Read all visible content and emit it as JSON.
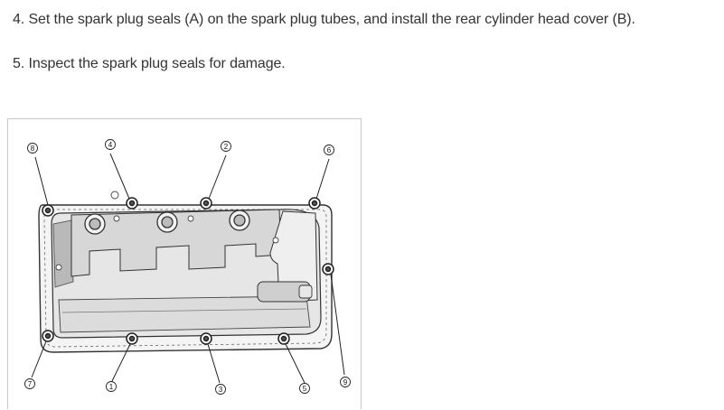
{
  "steps": [
    {
      "text": "4. Set the spark plug seals (A) on the spark plug tubes, and install the rear cylinder head cover (B)."
    },
    {
      "text": "5. Inspect the spark plug seals for damage."
    }
  ],
  "figure": {
    "callouts": [
      "8",
      "4",
      "2",
      "6",
      "7",
      "1",
      "3",
      "5",
      "9"
    ]
  }
}
